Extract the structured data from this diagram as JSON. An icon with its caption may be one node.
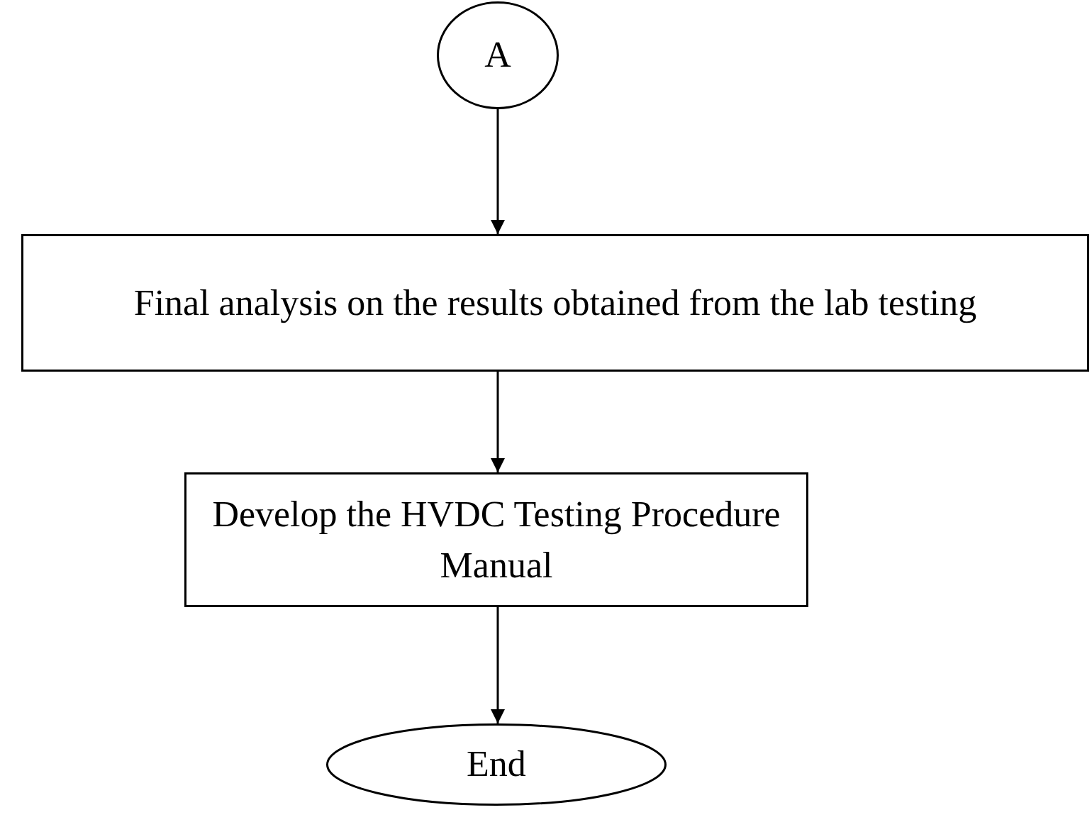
{
  "diagram": {
    "nodes": [
      {
        "text": [
          "A"
        ]
      },
      {
        "text": [
          "Final analysis on the results obtained from the lab testing"
        ]
      },
      {
        "text": [
          "Develop the HVDC Testing Procedure Manual"
        ]
      },
      {
        "text": [
          "End"
        ]
      }
    ],
    "edges": [
      {
        "from": 0,
        "to": 1,
        "arrow": "to"
      },
      {
        "from": 1,
        "to": 2,
        "arrow": "to"
      },
      {
        "from": 2,
        "to": 3,
        "arrow": "to"
      }
    ]
  }
}
